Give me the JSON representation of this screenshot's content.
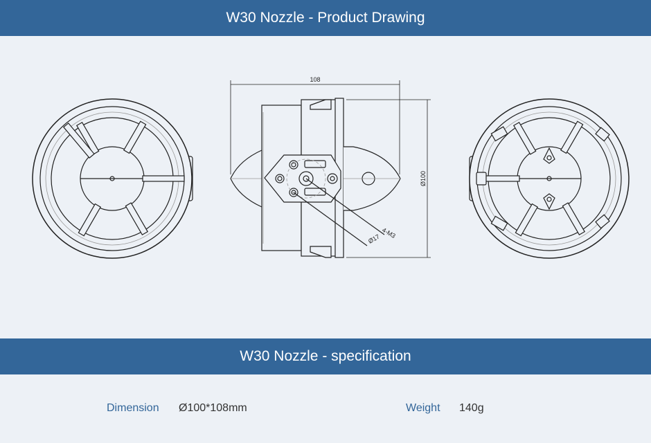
{
  "header": {
    "title": "W30 Nozzle - Product Drawing"
  },
  "drawing": {
    "dim_length": "108",
    "dim_diameter": "Ø100",
    "callout_screws": "4-M3",
    "callout_hole": "Ø17"
  },
  "spec_header": {
    "title": "W30 Nozzle - specification"
  },
  "specs": {
    "dimension_label": "Dimension",
    "dimension_value": "Ø100*108mm",
    "weight_label": "Weight",
    "weight_value": "140g"
  },
  "colors": {
    "band": "#336699",
    "background": "#edf1f6",
    "line": "#222222"
  }
}
